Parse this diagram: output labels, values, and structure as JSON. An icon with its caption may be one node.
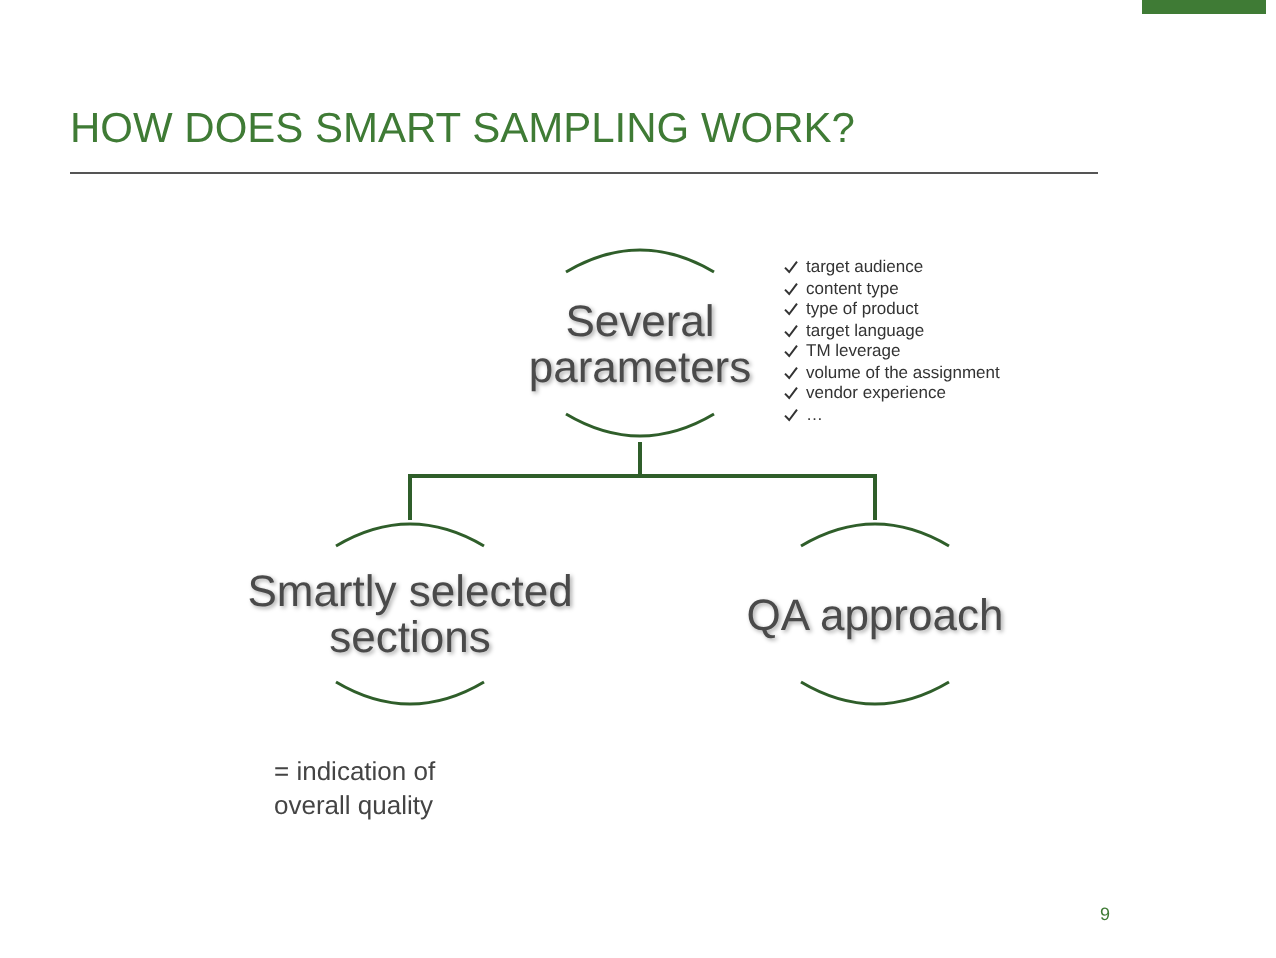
{
  "diagram": {
    "title": "HOW DOES SMART SAMPLING WORK?",
    "nodes": [
      {
        "text": [
          "Several parameters"
        ],
        "beside": [
          "target audience",
          "content type",
          "type of product",
          "target language",
          "TM leverage",
          "volume of the assignment",
          "vendor experience",
          "…"
        ]
      },
      {
        "text": [
          "Smartly selected sections"
        ],
        "beside": [
          "= indication of overall quality"
        ]
      },
      {
        "text": [
          "QA approach"
        ]
      }
    ],
    "edges": [
      {
        "from": 0,
        "to": 1,
        "arrow": "none"
      },
      {
        "from": 0,
        "to": 2,
        "arrow": "none"
      }
    ],
    "labels": [
      "9"
    ]
  }
}
